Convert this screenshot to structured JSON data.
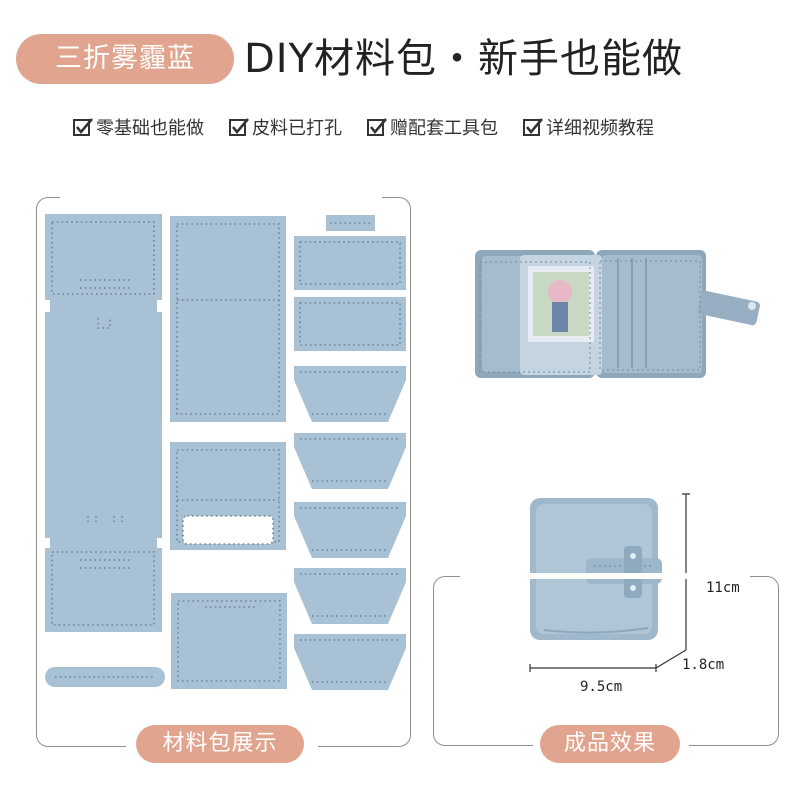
{
  "header": {
    "badge": "三折雾霾蓝",
    "headline": "DIY材料包・新手也能做"
  },
  "features": [
    {
      "label": "零基础也能做"
    },
    {
      "label": "皮料已打孔"
    },
    {
      "label": "赠配套工具包"
    },
    {
      "label": "详细视频教程"
    }
  ],
  "panels": {
    "materials_label": "材料包展示",
    "finished_label": "成品效果"
  },
  "dimensions": {
    "height": "11cm",
    "depth": "1.8cm",
    "width": "9.5cm"
  },
  "colors": {
    "accent": "#e1a58f",
    "leather": "#a9c1d4",
    "stitch": "#6e8497"
  },
  "icons": {
    "check": "checkbox-check-icon"
  }
}
